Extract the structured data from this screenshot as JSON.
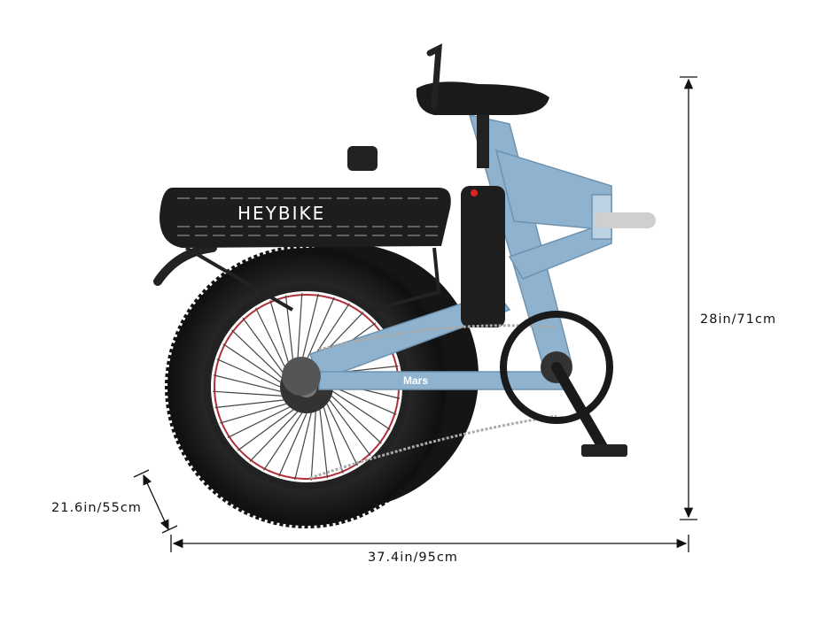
{
  "product": {
    "brand_logo_text": "HEYBIKE",
    "model_label": "Mars",
    "frame_color": "#8fb3cf",
    "tire_color": "#1c1c1c"
  },
  "dimensions": {
    "height": "28in/71cm",
    "length": "37.4in/95cm",
    "width": "21.6in/55cm"
  }
}
